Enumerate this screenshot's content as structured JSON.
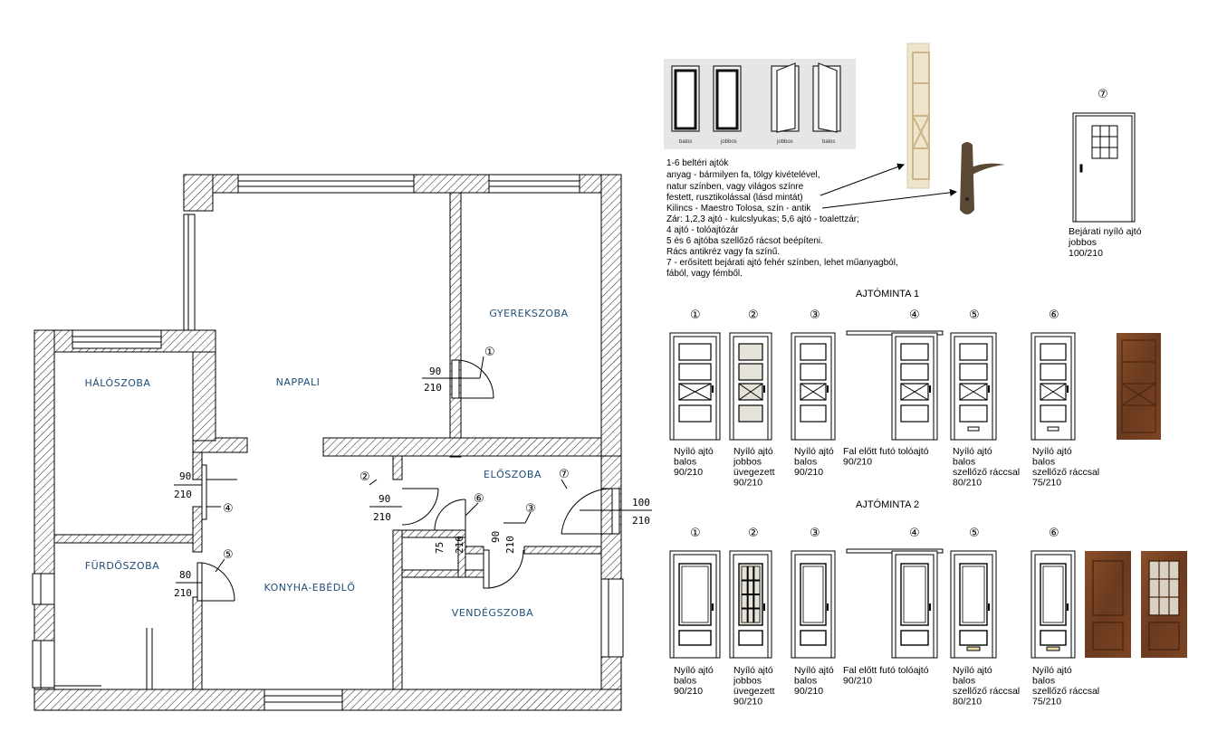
{
  "rooms": {
    "gyerekszoba": "GYEREKSZOBA",
    "haloszoba": "HÁLÓSZOBA",
    "nappali": "NAPPALI",
    "eloszoba": "ELŐSZOBA",
    "furdoszoba": "FÜRDŐSZOBA",
    "konyha": "KONYHA-EBÉDLŐ",
    "vendegszoba": "VENDÉGSZOBA"
  },
  "plan_doors": {
    "d1": {
      "num": "①",
      "w": "90",
      "h": "210"
    },
    "d2": {
      "num": "②",
      "w": "90",
      "h": "210"
    },
    "d3": {
      "num": "③",
      "w": "90",
      "h": "210"
    },
    "d4": {
      "num": "④",
      "w": "90",
      "h": "210"
    },
    "d5": {
      "num": "⑤",
      "w": "80",
      "h": "210"
    },
    "d6": {
      "num": "⑥",
      "w": "75",
      "h": "210"
    },
    "d7": {
      "num": "⑦",
      "w": "100",
      "h": "210"
    }
  },
  "swing_photo_labels": [
    "balos",
    "jobbos",
    "jobbos",
    "balos"
  ],
  "notes": [
    "1-6 beltéri ajtók",
    "anyag - bármilyen fa, tölgy kivételével,",
    "natur színben, vagy világos színre",
    "festett, rusztikolással (lásd mintát)",
    "Kilincs - Maestro Tolosa, szín - antik",
    "Zár: 1,2,3 ajtó - kulcslyukas; 5,6 ajtó - toalettzár;",
    "4 ajtó - tolóajtózár",
    "5 és 6 ajtóba szellőző rácsot beépíteni.",
    "Rács antikréz vagy fa színű.",
    "7 - erősített bejárati ajtó fehér színben, lehet műanyagból,",
    "fából, vagy fémből."
  ],
  "entrance": {
    "num": "⑦",
    "lines": [
      "Bejárati nyíló ajtó",
      "jobbos",
      "100/210"
    ]
  },
  "sample1": {
    "title": "AJTÓMINTA 1",
    "doors": [
      {
        "num": "①",
        "lines": [
          "Nyíló ajtó",
          "balos",
          "90/210"
        ]
      },
      {
        "num": "②",
        "lines": [
          "Nyíló ajtó",
          "jobbos",
          "üvegezett",
          "90/210"
        ]
      },
      {
        "num": "③",
        "lines": [
          "Nyíló ajtó",
          "balos",
          "90/210"
        ]
      },
      {
        "num": "④",
        "lines": [
          "Fal előtt futó tolóajtó",
          "90/210"
        ]
      },
      {
        "num": "⑤",
        "lines": [
          "Nyíló ajtó",
          "balos",
          "szellőző ráccsal",
          "80/210"
        ]
      },
      {
        "num": "⑥",
        "lines": [
          "Nyíló ajtó",
          "balos",
          "szellőző ráccsal",
          "75/210"
        ]
      }
    ]
  },
  "sample2": {
    "title": "AJTÓMINTA 2",
    "doors": [
      {
        "num": "①",
        "lines": [
          "Nyíló ajtó",
          "balos",
          "90/210"
        ]
      },
      {
        "num": "②",
        "lines": [
          "Nyíló ajtó",
          "jobbos",
          "üvegezett",
          "90/210"
        ]
      },
      {
        "num": "③",
        "lines": [
          "Nyíló ajtó",
          "balos",
          "90/210"
        ]
      },
      {
        "num": "④",
        "lines": [
          "Fal előtt futó tolóajtó",
          "90/210"
        ]
      },
      {
        "num": "⑤",
        "lines": [
          "Nyíló ajtó",
          "balos",
          "szellőző ráccsal",
          "80/210"
        ]
      },
      {
        "num": "⑥",
        "lines": [
          "Nyíló ajtó",
          "balos",
          "szellőző ráccsal",
          "75/210"
        ]
      }
    ]
  },
  "colors": {
    "room_label": "#1f4e79",
    "wood_dark": "#6b3a1f",
    "wood_light": "#8a4f2a",
    "door_white": "#ffffff",
    "glass": "#e4e2d9"
  }
}
